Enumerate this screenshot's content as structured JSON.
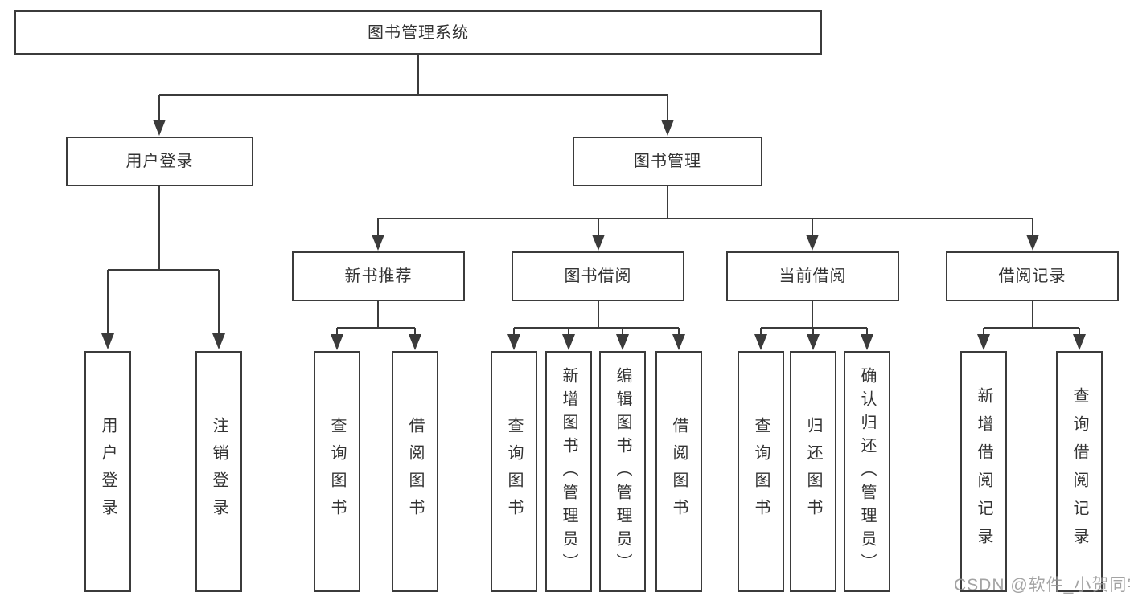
{
  "diagram": {
    "nodes": {
      "root": "图书管理系统",
      "user_login": "用户登录",
      "book_mgmt": "图书管理",
      "new_book_rec": "新书推荐",
      "book_borrow": "图书借阅",
      "current_borrow": "当前借阅",
      "borrow_records": "借阅记录",
      "leaf_user_login": "用户登录",
      "leaf_logout": "注销登录",
      "leaf_query_book_rec": "查询图书",
      "leaf_borrow_book_rec": "借阅图书",
      "leaf_query_book_borrow": "查询图书",
      "leaf_add_book_admin": "新增图书（管理员）",
      "leaf_edit_book_admin": "编辑图书（管理员）",
      "leaf_borrow_book_borrow": "借阅图书",
      "leaf_query_book_current": "查询图书",
      "leaf_return_book": "归还图书",
      "leaf_confirm_return_admin": "确认归还（管理员）",
      "leaf_add_borrow_record": "新增借阅记录",
      "leaf_query_borrow_record": "查询借阅记录"
    },
    "colors": {
      "line": "#3b3b3b",
      "text": "#333333",
      "box_fill": "#ffffff",
      "watermark": "#969696"
    }
  },
  "watermark": {
    "text": "CSDN @软件_小贺同学"
  }
}
